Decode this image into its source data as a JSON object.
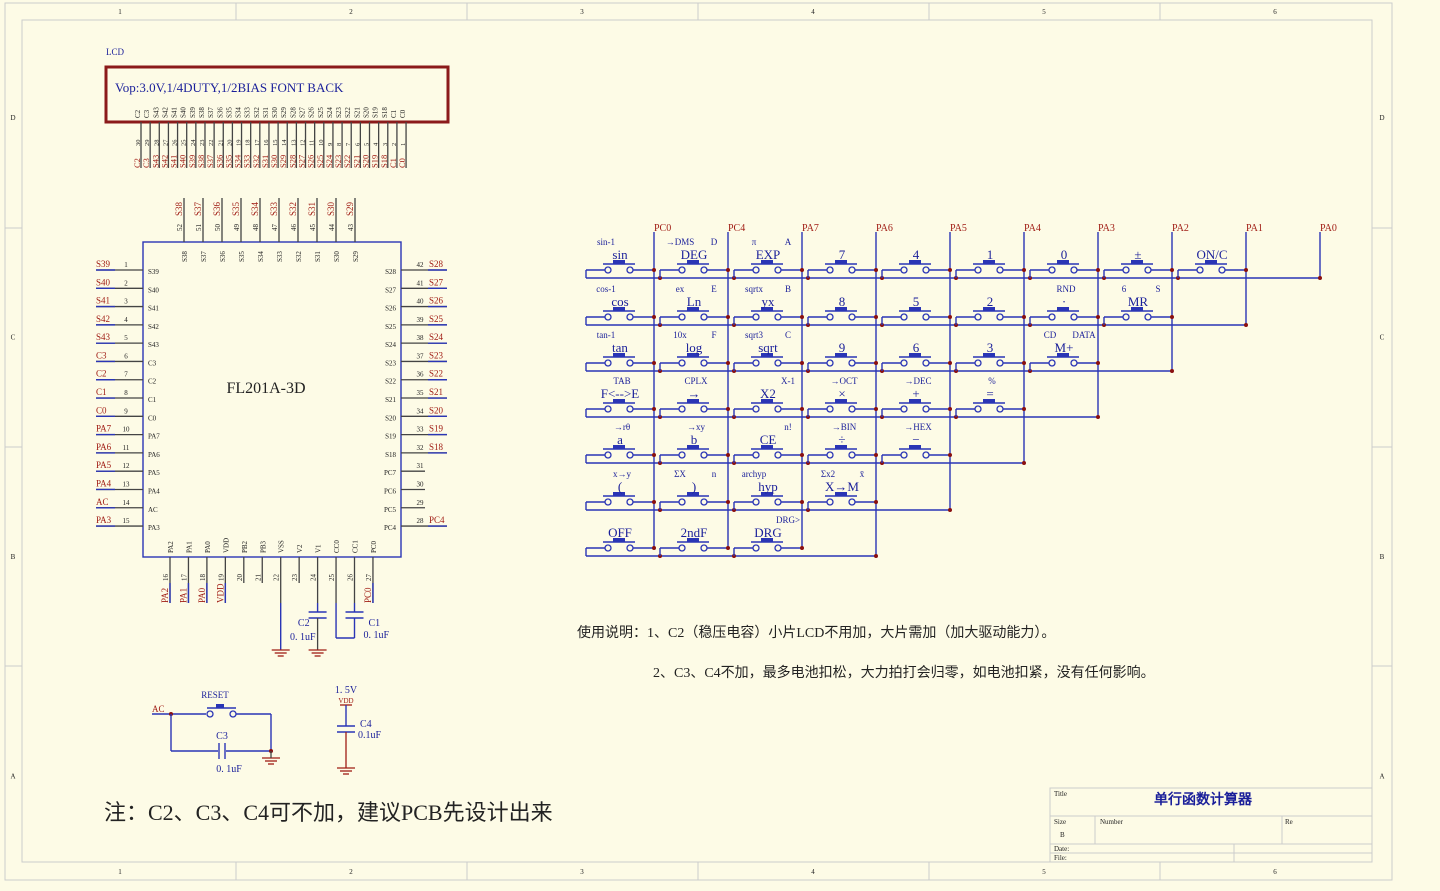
{
  "frame": {
    "columns": [
      "1",
      "2",
      "3",
      "4",
      "5",
      "6"
    ],
    "rows": [
      "D",
      "C",
      "B",
      "A"
    ]
  },
  "lcd": {
    "label": "LCD",
    "spec": "Vop:3.0V,1/4DUTY,1/2BIAS   FONT BACK",
    "pins": [
      "C2",
      "C3",
      "S43",
      "S42",
      "S41",
      "S40",
      "S39",
      "S38",
      "S37",
      "S36",
      "S35",
      "S34",
      "S33",
      "S32",
      "S31",
      "S30",
      "S29",
      "S28",
      "S27",
      "S26",
      "S25",
      "S24",
      "S23",
      "S22",
      "S21",
      "S20",
      "S19",
      "S18",
      "C1",
      "C0"
    ],
    "numbers": [
      "30",
      "29",
      "28",
      "27",
      "26",
      "25",
      "24",
      "23",
      "22",
      "21",
      "20",
      "19",
      "18",
      "17",
      "16",
      "15",
      "14",
      "13",
      "12",
      "11",
      "10",
      "9",
      "8",
      "7",
      "6",
      "5",
      "4",
      "3",
      "2",
      "1"
    ]
  },
  "chip": {
    "name": "FL201A-3D",
    "top": [
      {
        "n": "52",
        "pin": "S38",
        "net": "S38"
      },
      {
        "n": "51",
        "pin": "S37",
        "net": "S37"
      },
      {
        "n": "50",
        "pin": "S36",
        "net": "S36"
      },
      {
        "n": "49",
        "pin": "S35",
        "net": "S35"
      },
      {
        "n": "48",
        "pin": "S34",
        "net": "S34"
      },
      {
        "n": "47",
        "pin": "S33",
        "net": "S33"
      },
      {
        "n": "46",
        "pin": "S32",
        "net": "S32"
      },
      {
        "n": "45",
        "pin": "S31",
        "net": "S31"
      },
      {
        "n": "44",
        "pin": "S30",
        "net": "S30"
      },
      {
        "n": "43",
        "pin": "S29",
        "net": "S29"
      }
    ],
    "left": [
      {
        "n": "1",
        "pin": "S39",
        "net": "S39"
      },
      {
        "n": "2",
        "pin": "S40",
        "net": "S40"
      },
      {
        "n": "3",
        "pin": "S41",
        "net": "S41"
      },
      {
        "n": "4",
        "pin": "S42",
        "net": "S42"
      },
      {
        "n": "5",
        "pin": "S43",
        "net": "S43"
      },
      {
        "n": "6",
        "pin": "C3",
        "net": "C3"
      },
      {
        "n": "7",
        "pin": "C2",
        "net": "C2"
      },
      {
        "n": "8",
        "pin": "C1",
        "net": "C1"
      },
      {
        "n": "9",
        "pin": "C0",
        "net": "C0"
      },
      {
        "n": "10",
        "pin": "PA7",
        "net": "PA7"
      },
      {
        "n": "11",
        "pin": "PA6",
        "net": "PA6"
      },
      {
        "n": "12",
        "pin": "PA5",
        "net": "PA5"
      },
      {
        "n": "13",
        "pin": "PA4",
        "net": "PA4"
      },
      {
        "n": "14",
        "pin": "AC",
        "net": "AC"
      },
      {
        "n": "15",
        "pin": "PA3",
        "net": "PA3"
      }
    ],
    "right": [
      {
        "n": "42",
        "pin": "S28",
        "net": "S28"
      },
      {
        "n": "41",
        "pin": "S27",
        "net": "S27"
      },
      {
        "n": "40",
        "pin": "S26",
        "net": "S26"
      },
      {
        "n": "39",
        "pin": "S25",
        "net": "S25"
      },
      {
        "n": "38",
        "pin": "S24",
        "net": "S24"
      },
      {
        "n": "37",
        "pin": "S23",
        "net": "S23"
      },
      {
        "n": "36",
        "pin": "S22",
        "net": "S22"
      },
      {
        "n": "35",
        "pin": "S21",
        "net": "S21"
      },
      {
        "n": "34",
        "pin": "S20",
        "net": "S20"
      },
      {
        "n": "33",
        "pin": "S19",
        "net": "S19"
      },
      {
        "n": "32",
        "pin": "S18",
        "net": "S18"
      },
      {
        "n": "31",
        "pin": "PC7",
        "net": ""
      },
      {
        "n": "30",
        "pin": "PC6",
        "net": ""
      },
      {
        "n": "29",
        "pin": "PC5",
        "net": ""
      },
      {
        "n": "28",
        "pin": "PC4",
        "net": "PC4"
      }
    ],
    "bottom": [
      {
        "n": "16",
        "pin": "PA2",
        "net": "PA2"
      },
      {
        "n": "17",
        "pin": "PA1",
        "net": "PA1"
      },
      {
        "n": "18",
        "pin": "PA0",
        "net": "PA0"
      },
      {
        "n": "19",
        "pin": "VDD",
        "net": "VDD"
      },
      {
        "n": "20",
        "pin": "PB2",
        "net": ""
      },
      {
        "n": "21",
        "pin": "PB3",
        "net": ""
      },
      {
        "n": "22",
        "pin": "VSS",
        "net": ""
      },
      {
        "n": "23",
        "pin": "V2",
        "net": ""
      },
      {
        "n": "24",
        "pin": "V1",
        "net": ""
      },
      {
        "n": "25",
        "pin": "CC0",
        "net": ""
      },
      {
        "n": "26",
        "pin": "CC1",
        "net": ""
      },
      {
        "n": "27",
        "pin": "PC0",
        "net": "PC0"
      }
    ]
  },
  "caps": {
    "c2": {
      "name": "C2",
      "value": "0. 1uF"
    },
    "c1": {
      "name": "C1",
      "value": "0. 1uF"
    },
    "c3": {
      "name": "C3",
      "value": "0. 1uF"
    },
    "c4": {
      "name": "C4",
      "value": "0.1uF"
    }
  },
  "reset": {
    "net": "AC",
    "label": "RESET"
  },
  "supply": {
    "voltage": "1. 5V",
    "net": "VDD"
  },
  "keypad": {
    "columns": [
      "PC0",
      "PC4",
      "PA7",
      "PA6",
      "PA5",
      "PA4",
      "PA3",
      "PA2",
      "PA1",
      "PA0"
    ],
    "rows": [
      [
        {
          "m": "sin",
          "tl": "sin-1"
        },
        {
          "m": "DEG",
          "tl": "→DMS",
          "tr": "D"
        },
        {
          "m": "EXP",
          "tl": "π",
          "tr": "A"
        },
        {
          "m": "7"
        },
        {
          "m": "4"
        },
        {
          "m": "1"
        },
        {
          "m": "0"
        },
        {
          "m": "±"
        },
        {
          "m": "ON/C"
        }
      ],
      [
        {
          "m": "cos",
          "tl": "cos-1"
        },
        {
          "m": "Ln",
          "tl": "ex",
          "tr": "E"
        },
        {
          "m": "yx",
          "tl": "sqrtx",
          "tr": "B"
        },
        {
          "m": "8"
        },
        {
          "m": "5"
        },
        {
          "m": "2"
        },
        {
          "m": "·",
          "tc": "RND"
        },
        {
          "m": "MR",
          "tl": "6",
          "tr": "S"
        }
      ],
      [
        {
          "m": "tan",
          "tl": "tan-1"
        },
        {
          "m": "log",
          "tl": "10x",
          "tr": "F"
        },
        {
          "m": "sqrt",
          "tl": "sqrt3",
          "tr": "C"
        },
        {
          "m": "9"
        },
        {
          "m": "6"
        },
        {
          "m": "3"
        },
        {
          "m": "M+",
          "tl": "CD",
          "tr": "DATA"
        }
      ],
      [
        {
          "m": "F<-->E",
          "tc": "TAB"
        },
        {
          "m": "→",
          "tc": "CPLX"
        },
        {
          "m": "X2",
          "tr": "X-1"
        },
        {
          "m": "×",
          "tc": "→OCT"
        },
        {
          "m": "+",
          "tc": "→DEC"
        },
        {
          "m": "=",
          "tc": "%"
        }
      ],
      [
        {
          "m": "a",
          "tc": "→rθ"
        },
        {
          "m": "b",
          "tc": "→xy"
        },
        {
          "m": "CE",
          "tr": "n!"
        },
        {
          "m": "÷",
          "tc": "→BIN"
        },
        {
          "m": "−",
          "tc": "→HEX"
        }
      ],
      [
        {
          "m": "(",
          "tc": "x→y"
        },
        {
          "m": ")",
          "tl": "ΣX",
          "tr": "n"
        },
        {
          "m": "hyp",
          "tl": "archyp"
        },
        {
          "m": "X→M",
          "tl": "Σx2",
          "tr": "x̄"
        }
      ],
      [
        {
          "m": "OFF"
        },
        {
          "m": "2ndF"
        },
        {
          "m": "DRG",
          "tr": "DRG>"
        }
      ]
    ]
  },
  "notes": {
    "line1": "使用说明：1、C2（稳压电容）小片LCD不用加，大片需加（加大驱动能力）。",
    "line2": "2、C3、C4不加，最多电池扣松，大力拍打会归零，如电池扣紧，没有任何影响。",
    "big": "注：C2、C3、C4可不加，建议PCB先设计出来"
  },
  "titleblock": {
    "title_label": "Title",
    "title": "单行函数计算器",
    "size_label": "Size",
    "size": "B",
    "number_label": "Number",
    "rev_label": "Re",
    "date_label": "Date:",
    "file_label": "File:"
  }
}
